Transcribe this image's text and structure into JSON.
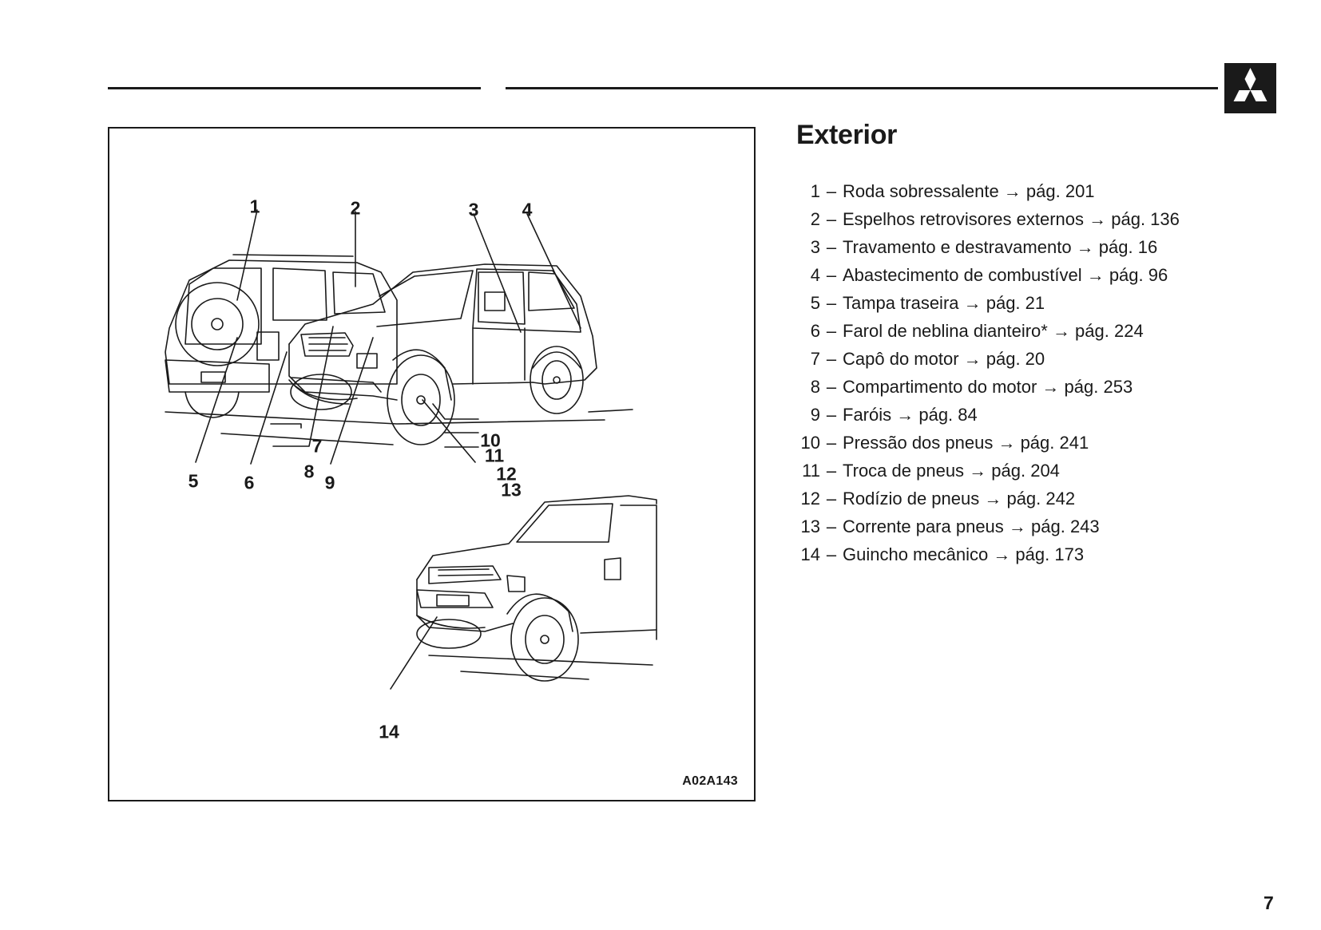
{
  "section": {
    "title": "Exterior"
  },
  "figure": {
    "code": "A02A143",
    "callouts": [
      "1",
      "2",
      "3",
      "4",
      "5",
      "6",
      "7",
      "8",
      "9",
      "10",
      "11",
      "12",
      "13",
      "14"
    ]
  },
  "parts": [
    {
      "num": "1",
      "text": "Roda sobressalente → pág. 201"
    },
    {
      "num": "2",
      "text": "Espelhos retrovisores externos → pág. 136"
    },
    {
      "num": "3",
      "text": "Travamento e destravamento → pág. 16"
    },
    {
      "num": "4",
      "text": "Abastecimento de combustível → pág. 96"
    },
    {
      "num": "5",
      "text": "Tampa traseira → pág. 21"
    },
    {
      "num": "6",
      "text": "Farol de neblina dianteiro* → pág. 224"
    },
    {
      "num": "7",
      "text": "Capô do motor → pág. 20"
    },
    {
      "num": "8",
      "text": "Compartimento do motor → pág. 253"
    },
    {
      "num": "9",
      "text": "Faróis → pág. 84"
    },
    {
      "num": "10",
      "text": "Pressão dos pneus → pág. 241"
    },
    {
      "num": "11",
      "text": "Troca de pneus → pág. 204"
    },
    {
      "num": "12",
      "text": "Rodízio de pneus → pág. 242"
    },
    {
      "num": "13",
      "text": "Corrente para pneus → pág. 243"
    },
    {
      "num": "14",
      "text": "Guincho mecânico → pág. 173"
    }
  ],
  "page_number": "7",
  "icons": {
    "logo": "three-diamonds-logo-icon"
  }
}
